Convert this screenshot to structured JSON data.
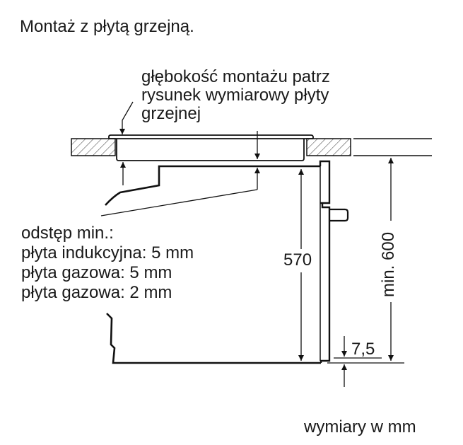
{
  "title": "Montaż z płytą grzejną.",
  "depth_note": {
    "lines": [
      "głębokość montażu patrz",
      "rysunek wymiarowy płyty",
      "grzejnej"
    ]
  },
  "gap_note": {
    "heading": "odstęp min.:",
    "lines": [
      "płyta indukcyjna: 5 mm",
      "płyta gazowa: 5 mm",
      "płyta gazowa: 2 mm"
    ]
  },
  "dimensions": {
    "oven_height": "570",
    "min_niche": "min. 600",
    "bottom_offset": "7,5"
  },
  "units_note": "wymiary w mm",
  "colors": {
    "line": "#111111",
    "hatch": "#555555",
    "background": "#ffffff"
  }
}
